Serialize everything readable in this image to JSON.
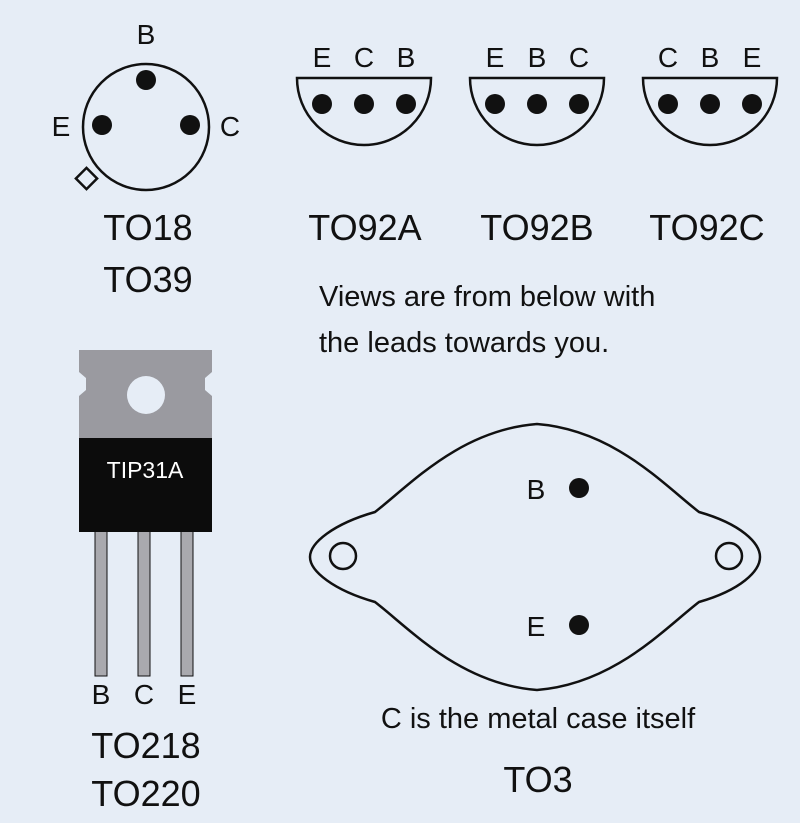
{
  "to18": {
    "pins": {
      "b": "B",
      "e": "E",
      "c": "C"
    },
    "names": [
      "TO18",
      "TO39"
    ]
  },
  "to92a": {
    "pins": [
      "E",
      "C",
      "B"
    ],
    "name": "TO92A"
  },
  "to92b": {
    "pins": [
      "E",
      "B",
      "C"
    ],
    "name": "TO92B"
  },
  "to92c": {
    "pins": [
      "C",
      "B",
      "E"
    ],
    "name": "TO92C"
  },
  "note": {
    "lines": [
      "Views are from below with",
      "the leads towards you."
    ]
  },
  "to220": {
    "body_label": "TIP31A",
    "pins": [
      "B",
      "C",
      "E"
    ],
    "names": [
      "TO218",
      "TO220"
    ]
  },
  "to3": {
    "pins": {
      "b": "B",
      "e": "E"
    },
    "caption": "C is the metal case itself",
    "name": "TO3"
  },
  "colors": {
    "background": "#e6edf6",
    "tab": "#9a9aa0",
    "body": "#0c0c0c",
    "lead": "#a9a9ae",
    "ink": "#111111"
  }
}
